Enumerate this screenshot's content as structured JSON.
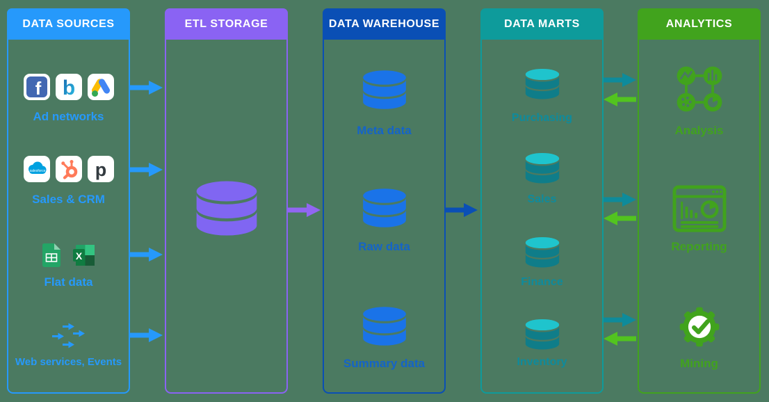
{
  "canvas": {
    "background_color": "#4b7a61"
  },
  "columns": [
    {
      "title": "DATA SOURCES",
      "accent_color": "#2699fb",
      "groups": [
        {
          "label": "Ad networks",
          "icons": [
            "facebook-icon",
            "bing-icon",
            "google-ads-icon"
          ]
        },
        {
          "label": "Sales & CRM",
          "icons": [
            "salesforce-icon",
            "hubspot-icon",
            "pipedrive-icon"
          ]
        },
        {
          "label": "Flat data",
          "icons": [
            "google-sheets-icon",
            "excel-icon"
          ]
        },
        {
          "label": "Web services, Events",
          "icons": [
            "scatter-arrows-icon"
          ]
        }
      ]
    },
    {
      "title": "ETL STORAGE",
      "accent_color": "#8a63f3",
      "database_color": "#8066f2"
    },
    {
      "title": "DATA WAREHOUSE",
      "accent_color": "#0a4fb5",
      "database_color": "#1a73e8",
      "label_color": "#1464c8",
      "databases": [
        {
          "label": "Meta data"
        },
        {
          "label": "Raw data"
        },
        {
          "label": "Summary data"
        }
      ]
    },
    {
      "title": "DATA MARTS",
      "accent_color": "#0e9b9b",
      "database_color": "#0f7d89",
      "database_top_color": "#1fc4cd",
      "label_color": "#0e8b9d",
      "databases": [
        {
          "label": "Purchasing"
        },
        {
          "label": "Sales"
        },
        {
          "label": "Finance"
        },
        {
          "label": "Inventory"
        }
      ]
    },
    {
      "title": "ANALYTICS",
      "accent_color": "#41a31d",
      "items": [
        {
          "label": "Analysis",
          "icon": "analysis-network-icon"
        },
        {
          "label": "Reporting",
          "icon": "report-window-icon"
        },
        {
          "label": "Mining",
          "icon": "gear-check-icon"
        }
      ]
    }
  ],
  "arrows": {
    "sources_to_etl": {
      "color": "#2699fb",
      "count": 4,
      "direction": "right"
    },
    "etl_to_warehouse": {
      "color": "#9166f2",
      "count": 1,
      "direction": "right"
    },
    "warehouse_to_marts": {
      "color": "#0a4fb5",
      "count": 1,
      "direction": "right"
    },
    "marts_to_analytics": {
      "color": "#0e8b9b",
      "count": 3,
      "direction": "right"
    },
    "analytics_to_marts": {
      "color": "#52c41f",
      "count": 3,
      "direction": "left"
    }
  }
}
